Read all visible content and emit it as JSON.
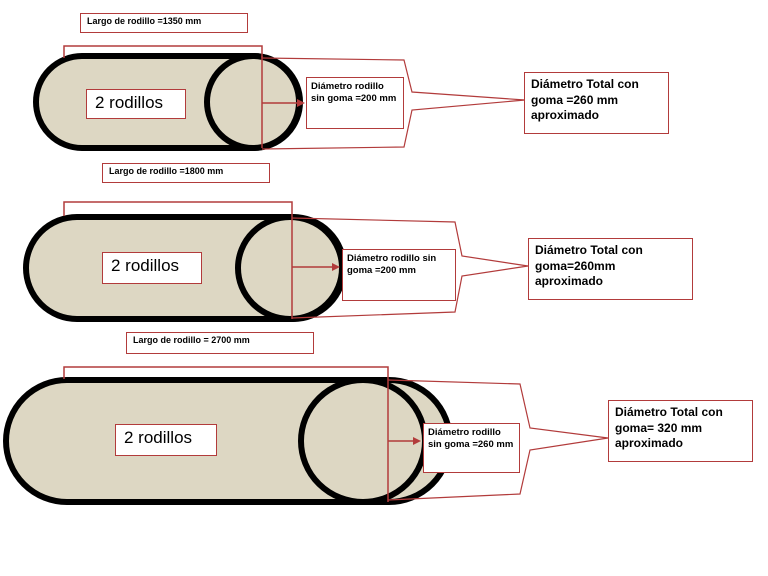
{
  "rollers": [
    {
      "length_label": "Largo de rodillo =1350 mm",
      "count_label": "2 rodillos",
      "nominal_label": "Diámetro rodillo sin goma =200 mm",
      "total_label": "Diámetro Total con goma =260 mm aproximado"
    },
    {
      "length_label": "Largo de rodillo =1800 mm",
      "count_label": "2 rodillos",
      "nominal_label": "Diámetro rodillo sin  goma =200 mm",
      "total_label": "Diámetro Total con goma=260mm aproximado"
    },
    {
      "length_label": "Largo de  rodillo = 2700 mm",
      "count_label": "2 rodillos",
      "nominal_label": "Diámetro rodillo sin  goma =260 mm",
      "total_label": "Diámetro Total con goma= 320 mm aproximado"
    }
  ],
  "colors": {
    "roller_fill": "#ddd7c3",
    "roller_outline": "#000000",
    "annotation": "#b23b3b"
  }
}
